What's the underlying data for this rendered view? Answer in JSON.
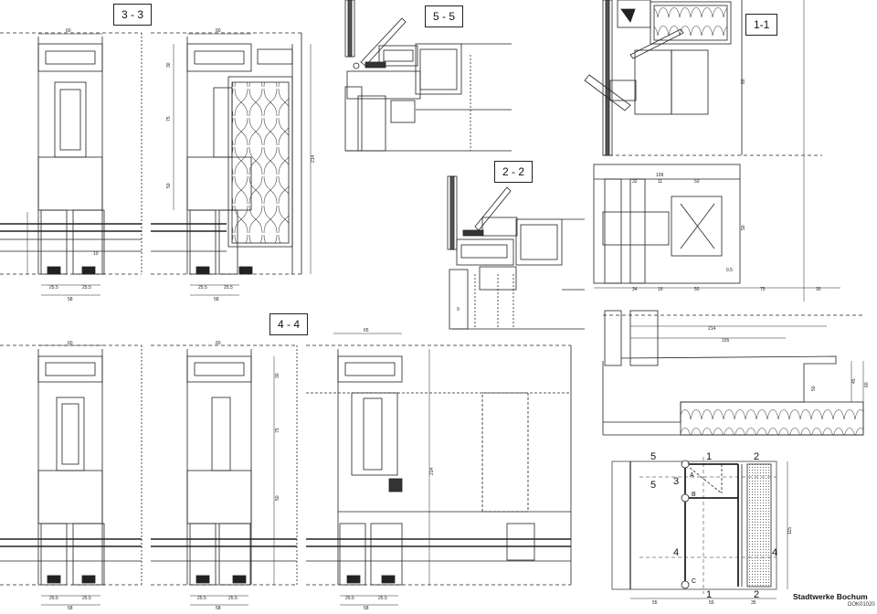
{
  "sections": {
    "s33": "3 - 3",
    "s55": "5 - 5",
    "s11": "1-1",
    "s22": "2 - 2",
    "s44": "4 - 4"
  },
  "dims": {
    "d60": "60",
    "d30": "30",
    "d75": "75",
    "d50": "50",
    "d214": "214",
    "d25_5": "25.5",
    "d58": "58",
    "d10": "10",
    "d65": "65",
    "d32": "32",
    "d109": "109",
    "d11": "11",
    "d34": "34",
    "d16": "16",
    "d0_5": "0.5",
    "d155": "155",
    "d45": "45",
    "d115": "115",
    "d55": "55",
    "d35": "35",
    "d9": "9"
  },
  "keyplan": {
    "n1": "1",
    "n2": "2",
    "n3": "3",
    "n4": "4",
    "n5": "5",
    "pA": "A",
    "pB": "B",
    "pC": "C"
  },
  "footer": {
    "title": "Stadtwerke Bochum",
    "drawing_no": "DOK01020"
  }
}
